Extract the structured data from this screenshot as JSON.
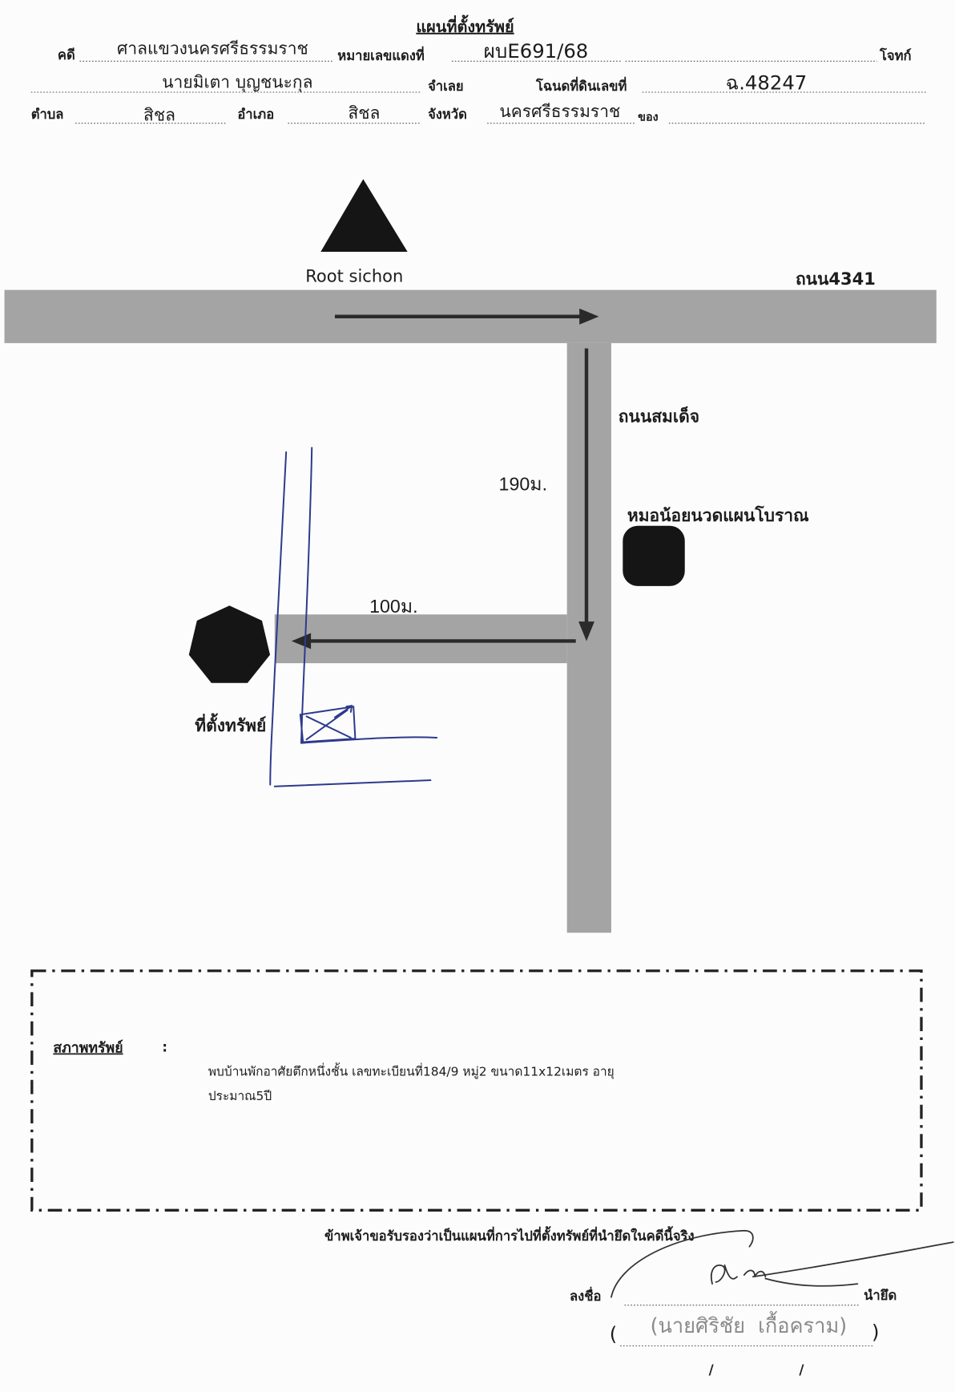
{
  "document": {
    "title": "แผนที่ตั้งทรัพย์",
    "row1": {
      "case_label": "คดี",
      "court": "ศาลแขวงนครศรีธรรมราช",
      "red_number_label": "หมายเลขแดงที่",
      "red_number": "ผบE691/68",
      "plaintiff_label": "โจทก์"
    },
    "row2": {
      "defendant": "นายมิเตา บุญชนะกุล",
      "defendant_label": "จำเลย",
      "deed_label": "โฉนดที่ดินเลขที่",
      "deed_number": "ฉ.48247"
    },
    "row3": {
      "subdistrict_label": "ตำบล",
      "subdistrict": "สิชล",
      "district_label": "อำเภอ",
      "district": "สิชล",
      "province_label": "จังหวัด",
      "province": "นครศรีธรรมราช",
      "owner_label": "ของ"
    }
  },
  "map": {
    "landmark_top": "Root sichon",
    "road_main": "ถนน4341",
    "road_side": "ถนนสมเด็จ",
    "distance_down": "190ม.",
    "distance_left": "100ม.",
    "landmark_right": "หมอน้อยนวดแผนโบราณ",
    "property_label": "ที่ตั้งทรัพย์",
    "markers": {
      "top": "triangle-marker",
      "right": "rounded-square-marker",
      "property": "heptagon-marker"
    }
  },
  "condition": {
    "label": "สภาพทรัพย์",
    "separator": ":",
    "line1": "พบบ้านพักอาศัยตึกหนึ่งชั้น เลขทะเบียนที่184/9 หมู่2 ขนาด11x12เมตร อายุ",
    "line2": "ประมาณ5ปี"
  },
  "certification": {
    "statement": "ข้าพเจ้าขอรับรองว่าเป็นแผนที่การไปที่ตั้งทรัพย์ที่นำยึดในคดีนี้จริง",
    "sign_label": "ลงชื่อ",
    "role": "นำยึด",
    "open_paren": "(",
    "name": "(นายศิริชัย  เกื้อคราม)",
    "close_paren": ")",
    "date_separators": [
      "/",
      "/"
    ]
  },
  "colors": {
    "road": "#a4a4a4",
    "arrow": "#2a2a2a",
    "marker": "#151515",
    "pen": "#2d3a8c",
    "ink": "#333333",
    "stamp_text": "#8a8a8a",
    "border": "#222222"
  }
}
